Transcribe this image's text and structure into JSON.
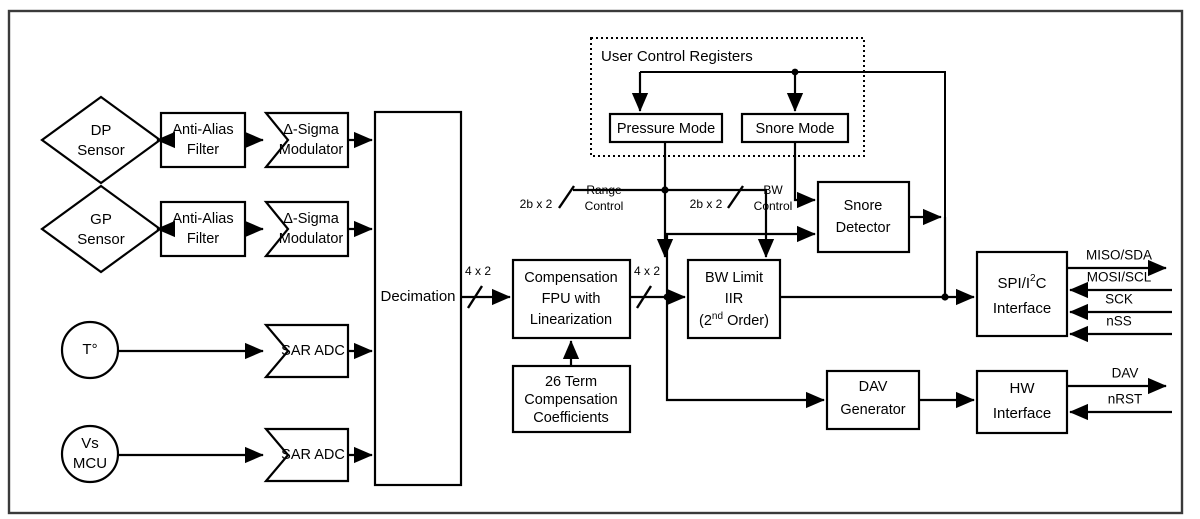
{
  "diagram": {
    "title": "Sensor signal-chain block diagram",
    "frame": {
      "stroke": "#000000",
      "fill": "#ffffff"
    },
    "sensors": [
      {
        "id": "dp-sensor",
        "shape": "diamond",
        "line1": "DP",
        "line2": "Sensor"
      },
      {
        "id": "gp-sensor",
        "shape": "diamond",
        "line1": "GP",
        "line2": "Sensor"
      },
      {
        "id": "temp-sensor",
        "shape": "circle",
        "line1": "T°",
        "line2": ""
      },
      {
        "id": "vs-mcu",
        "shape": "circle",
        "line1": "Vs",
        "line2": "MCU"
      }
    ],
    "blocks": {
      "anti_alias_1": {
        "line1": "Anti-Alias",
        "line2": "Filter"
      },
      "anti_alias_2": {
        "line1": "Anti-Alias",
        "line2": "Filter"
      },
      "mod_1": {
        "line1": "Δ-Sigma",
        "line2": "Modulator"
      },
      "mod_2": {
        "line1": "Δ-Sigma",
        "line2": "Modulator"
      },
      "sar_adc_1": {
        "line1": "SAR ADC"
      },
      "sar_adc_2": {
        "line1": "SAR ADC"
      },
      "decimation": {
        "line1": "Decimation"
      },
      "comp_fpu": {
        "line1": "Compensation",
        "line2": "FPU with",
        "line3": "Linearization"
      },
      "coefficients": {
        "line1": "26 Term",
        "line2": "Compensation",
        "line3": "Coefficients"
      },
      "bw_limit": {
        "line1": "BW Limit",
        "line2": "IIR",
        "line3_pre": "(2",
        "line3_sup": "nd",
        "line3_post": " Order)"
      },
      "snore_detector": {
        "line1": "Snore",
        "line2": "Detector"
      },
      "dav_generator": {
        "line1": "DAV",
        "line2": "Generator"
      },
      "spi_i2c": {
        "line1_pre": "SPI/I",
        "line1_sup": "2",
        "line1_post": "C",
        "line2": "Interface"
      },
      "hw_interface": {
        "line1": "HW",
        "line2": "Interface"
      }
    },
    "register_group": {
      "label": "User Control Registers",
      "registers": [
        {
          "id": "pressure-mode",
          "label": "Pressure Mode"
        },
        {
          "id": "snore-mode",
          "label": "Snore Mode"
        }
      ]
    },
    "bus_labels": [
      {
        "id": "bus-decimation-out",
        "text": "4 x 2"
      },
      {
        "id": "bus-fpu-out",
        "text": "4 x 2"
      },
      {
        "id": "bus-range-width",
        "text": "2b x 2"
      },
      {
        "id": "bus-bw-width",
        "text": "2b x 2"
      }
    ],
    "control_labels": [
      {
        "id": "range-control",
        "line1": "Range",
        "line2": "Control"
      },
      {
        "id": "bw-control",
        "line1": "BW",
        "line2": "Control"
      }
    ],
    "io_signals": [
      {
        "id": "miso-sda",
        "text": "MISO/SDA",
        "dir": "out"
      },
      {
        "id": "mosi-scl",
        "text": "MOSI/SCL",
        "dir": "in"
      },
      {
        "id": "sck",
        "text": "SCK",
        "dir": "in"
      },
      {
        "id": "nss",
        "text": "nSS",
        "dir": "in"
      },
      {
        "id": "dav",
        "text": "DAV",
        "dir": "out"
      },
      {
        "id": "nrst",
        "text": "nRST",
        "dir": "in"
      }
    ]
  }
}
